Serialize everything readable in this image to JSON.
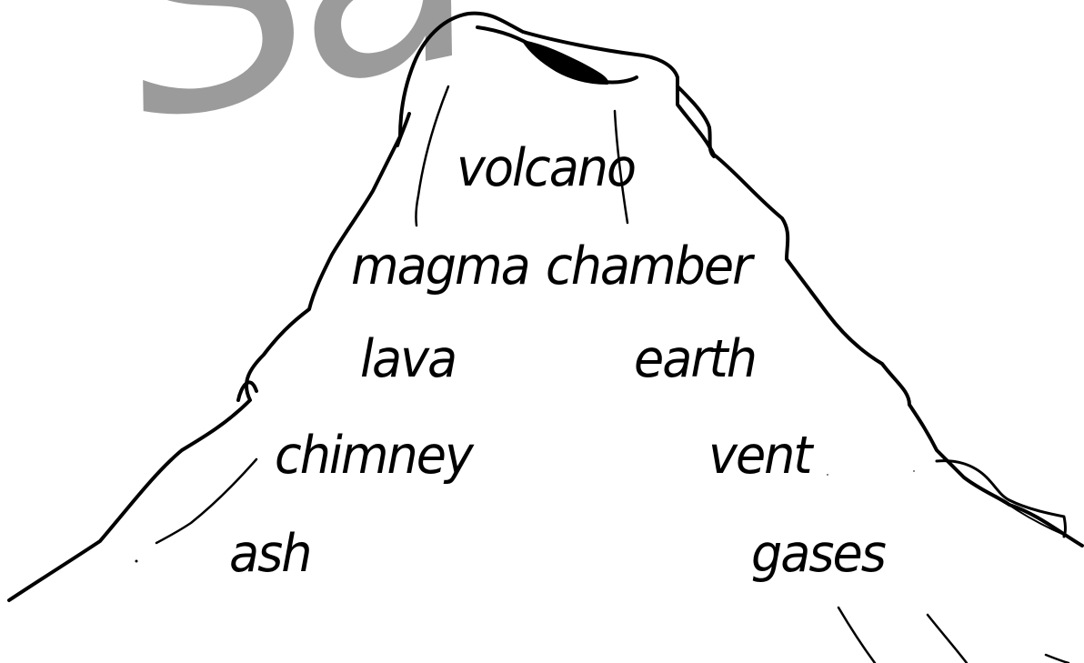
{
  "watermark": {
    "text": "Sa",
    "color": "#9b9b9b"
  },
  "words": {
    "volcano": "volcano",
    "magma": "magma",
    "chamber": "chamber",
    "lava": "lava",
    "earth": "earth",
    "chimney": "chimney",
    "vent": "vent",
    "ash": "ash",
    "gases": "gases"
  },
  "colors": {
    "ink": "#000000",
    "paper": "#ffffff"
  }
}
